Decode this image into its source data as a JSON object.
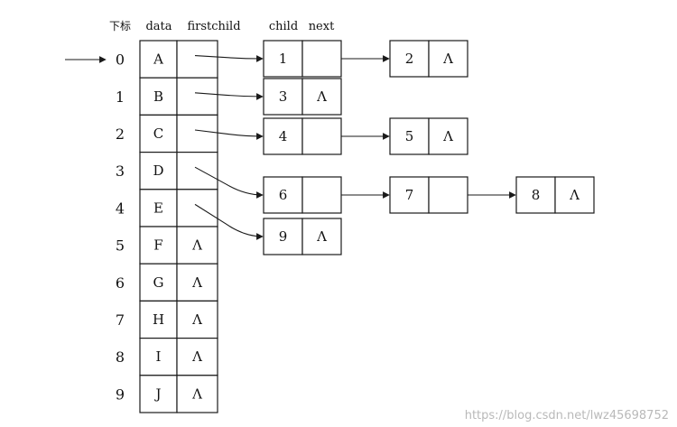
{
  "headers": {
    "index": "下标",
    "data": "data",
    "firstchild": "firstchild",
    "child": "child",
    "next": "next"
  },
  "null_symbol": "Λ",
  "head_array": [
    {
      "index": "0",
      "data": "A",
      "firstchild": "→"
    },
    {
      "index": "1",
      "data": "B",
      "firstchild": "→"
    },
    {
      "index": "2",
      "data": "C",
      "firstchild": "→"
    },
    {
      "index": "3",
      "data": "D",
      "firstchild": "→"
    },
    {
      "index": "4",
      "data": "E",
      "firstchild": "→"
    },
    {
      "index": "5",
      "data": "F",
      "firstchild": "Λ"
    },
    {
      "index": "6",
      "data": "G",
      "firstchild": "Λ"
    },
    {
      "index": "7",
      "data": "H",
      "firstchild": "Λ"
    },
    {
      "index": "8",
      "data": "I",
      "firstchild": "Λ"
    },
    {
      "index": "9",
      "data": "J",
      "firstchild": "Λ"
    }
  ],
  "child_lists": [
    {
      "parent": "0",
      "children": [
        "1",
        "2"
      ]
    },
    {
      "parent": "1",
      "children": [
        "3"
      ]
    },
    {
      "parent": "2",
      "children": [
        "4",
        "5"
      ]
    },
    {
      "parent": "3",
      "children": [
        "6",
        "7",
        "8"
      ]
    },
    {
      "parent": "4",
      "children": [
        "9"
      ]
    }
  ],
  "watermark": "https://blog.csdn.net/lwz45698752",
  "colors": {
    "stroke": "#1a1a1a",
    "text": "#111111",
    "watermark": "#b9b9b9"
  }
}
